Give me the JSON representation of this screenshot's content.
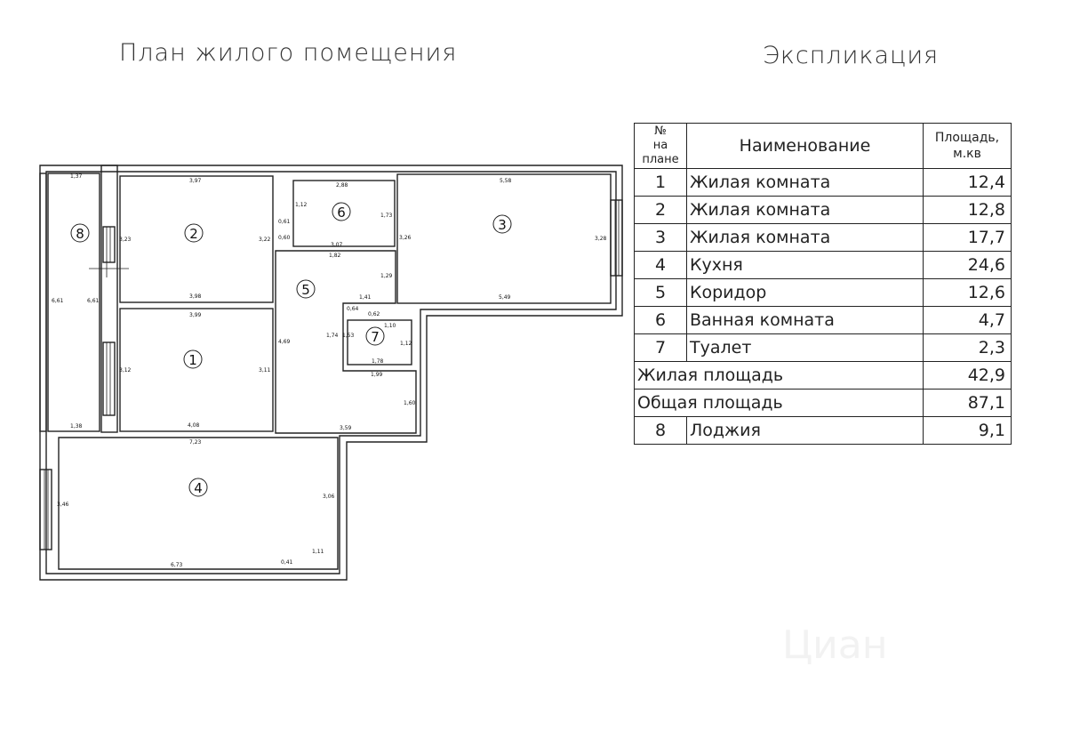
{
  "plan_title": "План жилого помещения",
  "explication_title": "Экспликация",
  "watermark": "Циан",
  "table": {
    "header": {
      "number": [
        "№",
        "на",
        "плане"
      ],
      "name": "Наименование",
      "area": [
        "Площадь,",
        "м.кв"
      ]
    },
    "rows": [
      {
        "no": "1",
        "name": "Жилая комната",
        "area": "12,4"
      },
      {
        "no": "2",
        "name": "Жилая комната",
        "area": "12,8"
      },
      {
        "no": "3",
        "name": "Жилая комната",
        "area": "17,7"
      },
      {
        "no": "4",
        "name": "Кухня",
        "area": "24,6"
      },
      {
        "no": "5",
        "name": "Коридор",
        "area": "12,6"
      },
      {
        "no": "6",
        "name": "Ванная комната",
        "area": "4,7"
      },
      {
        "no": "7",
        "name": "Туалет",
        "area": "2,3"
      }
    ],
    "living_area": {
      "label": "Жилая площадь",
      "area": "42,9"
    },
    "total_area": {
      "label": "Общая площадь",
      "area": "87,1"
    },
    "loggia": {
      "no": "8",
      "name": "Лоджия",
      "area": "9,1"
    }
  },
  "plan": {
    "rooms": [
      "1",
      "2",
      "3",
      "4",
      "5",
      "6",
      "7",
      "8"
    ],
    "dimensions": {
      "r8_top": "1,37",
      "r8_left": "6,61",
      "r8_right": "6,61",
      "r8_bottom": "1,38",
      "r2_top": "3,97",
      "r2_left": "3,23",
      "r2_right": "3,22",
      "r2_bottom": "3,98",
      "r1_top": "3,99",
      "r1_left": "3,12",
      "r1_right": "3,11",
      "r1_bottom": "4,08",
      "r6_top": "2,88",
      "r6_left": "1,12",
      "r6_right": "1,73",
      "r6_b1": "0,61",
      "r6_b2": "0,60",
      "r3_top": "5,58",
      "r3_left": "3,26",
      "r3_right": "3,28",
      "r3_bottom": "5,49",
      "r5_top1": "3,07",
      "r5_top2": "1,82",
      "r5_right": "1,29",
      "r5_left": "4,69",
      "r5_mid": "1,41",
      "r5_a": "0,64",
      "r5_b": "0,62",
      "r5_c": "1,74",
      "r5_d": "1,53",
      "r5_e": "1,99",
      "r5_f": "1,60",
      "r5_bottom": "3,59",
      "r7_top": "1,10",
      "r7_right": "1,12",
      "r7_bottom": "1,78",
      "r4_top": "7,23",
      "r4_left": "3,46",
      "r4_right": "3,06",
      "r4_bottom": "6,73",
      "r4_b1": "0,41",
      "r4_b2": "1,11"
    }
  }
}
